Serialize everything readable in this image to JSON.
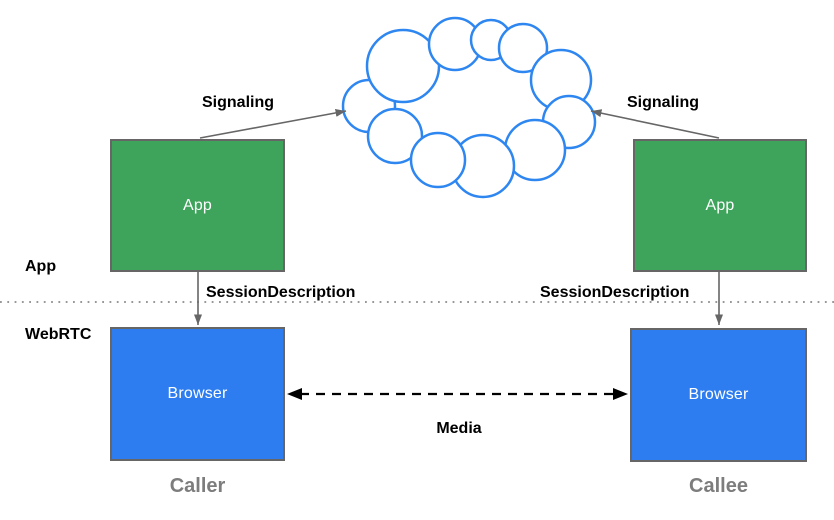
{
  "diagram": {
    "type": "architecture-diagram",
    "cloud": {
      "name": "signaling-cloud"
    },
    "layers": {
      "app_label": "App",
      "webrtc_label": "WebRTC"
    },
    "boxes": {
      "caller_app": {
        "label": "App"
      },
      "callee_app": {
        "label": "App"
      },
      "caller_browser": {
        "label": "Browser"
      },
      "callee_browser": {
        "label": "Browser"
      }
    },
    "edges": {
      "signaling_left": "Signaling",
      "signaling_right": "Signaling",
      "session_description_left": "SessionDescription",
      "session_description_right": "SessionDescription",
      "media": "Media"
    },
    "endpoints": {
      "caller": "Caller",
      "callee": "Callee"
    },
    "colors": {
      "app_box": "#3EA45C",
      "browser_box": "#2D7DF0",
      "cloud_stroke": "#2E86F0",
      "box_border": "#666666",
      "connector": "#666666",
      "media_arrow": "#000000",
      "endpoint_label": "#7D7D7D"
    }
  }
}
